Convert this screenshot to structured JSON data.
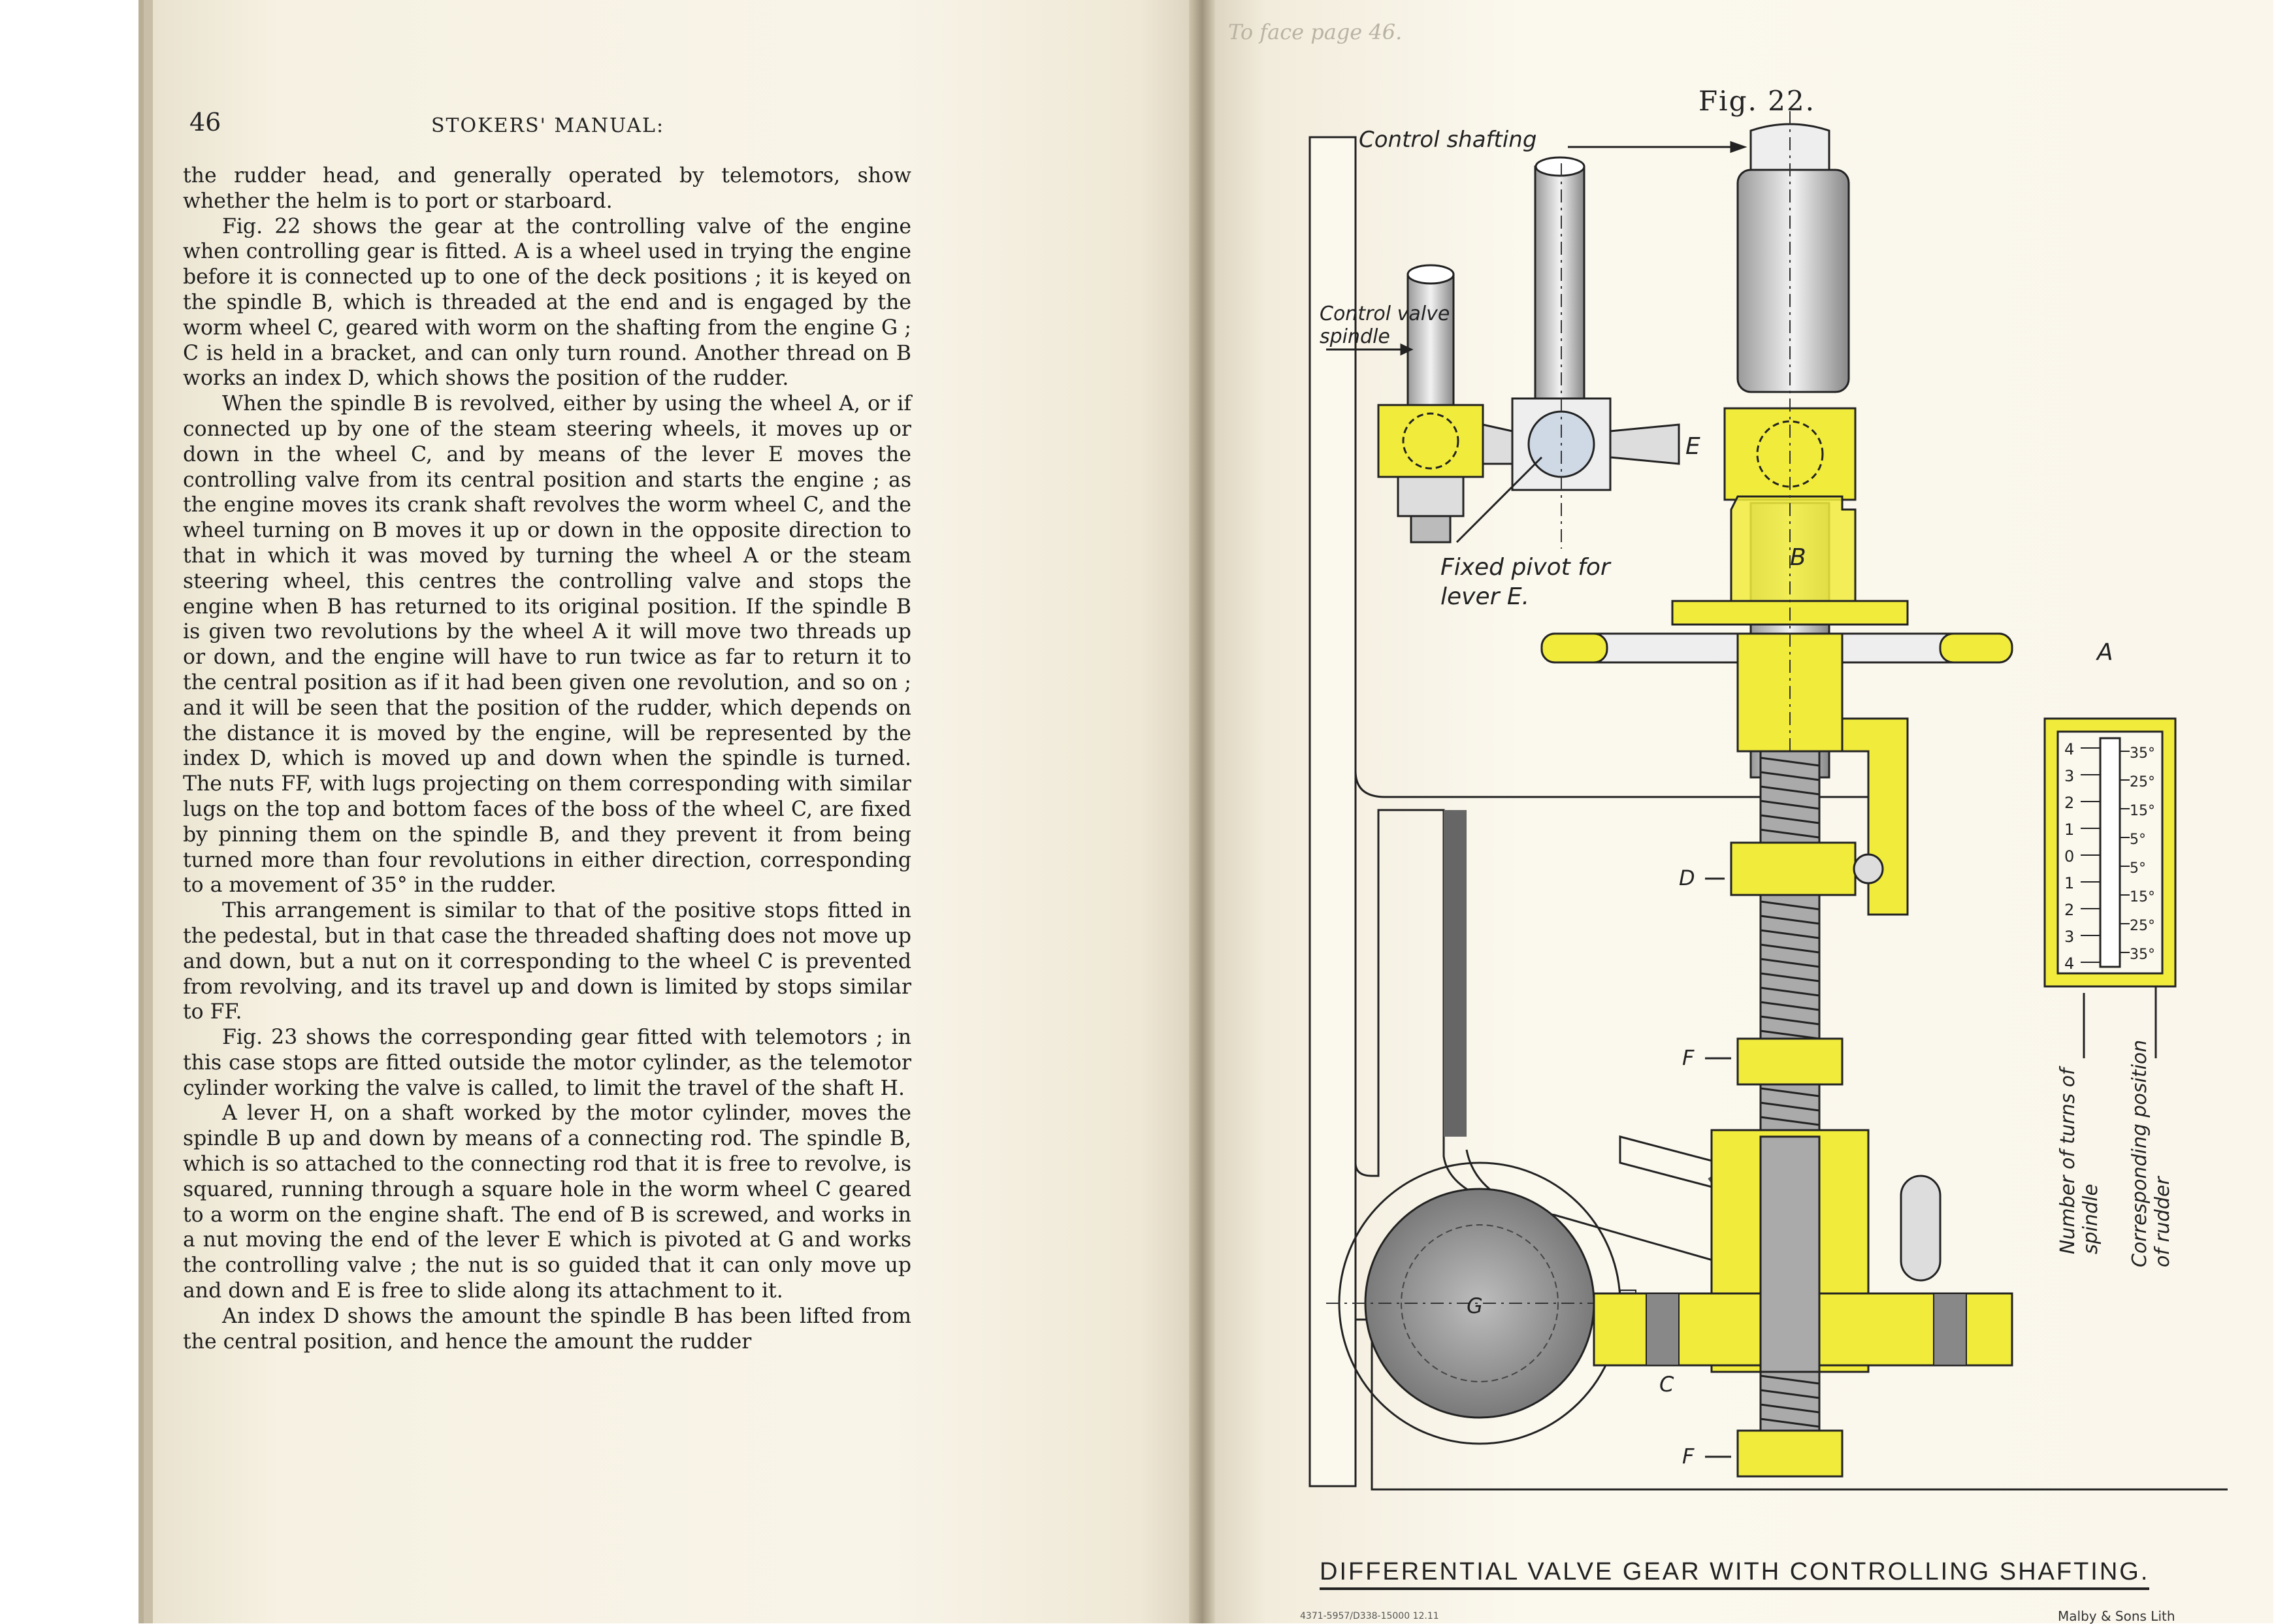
{
  "left_page": {
    "page_number": "46",
    "running_head": "STOKERS' MANUAL:",
    "paragraphs": [
      "the rudder head, and generally operated by telemotors, show whether the helm is to port or starboard.",
      "Fig. 22 shows the gear at the controlling valve of the engine when controlling gear is fitted. A is a wheel used in trying the engine before it is connected up to one of the deck positions ; it is keyed on the spindle B, which is threaded at the end and is engaged by the worm wheel C, geared with worm on the shafting from the engine G ; C is held in a bracket, and can only turn round. Another thread on B works an index D, which shows the position of the rudder.",
      "When the spindle B is revolved, either by using the wheel A, or if connected up by one of the steam steering wheels, it moves up or down in the wheel C, and by means of the lever E moves the controlling valve from its central position and starts the engine ; as the engine moves its crank shaft revolves the worm wheel C, and the wheel turning on B moves it up or down in the opposite direction to that in which it was moved by turning the wheel A or the steam steering wheel, this centres the controlling valve and stops the engine when B has returned to its original position. If the spindle B is given two revolutions by the wheel A it will move two threads up or down, and the engine will have to run twice as far to return it to the central position as if it had been given one revolution, and so on ; and it will be seen that the position of the rudder, which depends on the distance it is moved by the engine, will be represented by the index D, which is moved up and down when the spindle is turned. The nuts FF, with lugs projecting on them corresponding with similar lugs on the top and bottom faces of the boss of the wheel C, are fixed by pinning them on the spindle B, and they prevent it from being turned more than four revolutions in either direction, corresponding to a movement of 35° in the rudder.",
      "This arrangement is similar to that of the positive stops fitted in the pedestal, but in that case the threaded shafting does not move up and down, but a nut on it corresponding to the wheel C is prevented from revolving, and its travel up and down is limited by stops similar to FF.",
      "Fig. 23 shows the corresponding gear fitted with telemotors ; in this case stops are fitted outside the motor cylinder, as the telemotor cylinder working the valve is called, to limit the travel of the shaft H.",
      "A lever H, on a shaft worked by the motor cylinder, moves the spindle B up and down by means of a connecting rod. The spindle B, which is so attached to the connecting rod that it is free to revolve, is squared, running through a square hole in the worm wheel C geared to a worm on the engine shaft. The end of B is screwed, and works in a nut moving the end of the lever E which is pivoted at G and works the controlling valve ; the nut is so guided that it can only move up and down and E is free to slide along its attachment to it.",
      "An index D shows the amount the spindle B has been lifted from the central position, and hence the amount the rudder"
    ]
  },
  "right_page": {
    "handwritten_note": "To face page 46.",
    "figure_label": "Fig. 22.",
    "labels": {
      "control_shafting": "Control shafting",
      "control_valve_spindle_1": "Control valve",
      "control_valve_spindle_2": "spindle",
      "e": "E",
      "fixed_pivot_1": "Fixed pivot for",
      "fixed_pivot_2": "lever E.",
      "b": "B",
      "a": "A",
      "d": "D",
      "f_upper": "F",
      "f_lower": "F",
      "c": "C",
      "g": "G",
      "turns_1": "Number of turns of",
      "turns_2": "spindle",
      "rudder_1": "Corresponding position",
      "rudder_2": "of rudder"
    },
    "scale_turns": [
      "4",
      "3",
      "2",
      "1",
      "0",
      "1",
      "2",
      "3",
      "4"
    ],
    "scale_degrees": [
      "35°",
      "25°",
      "15°",
      "5°",
      "5°",
      "15°",
      "25°",
      "35°"
    ],
    "caption": "DIFFERENTIAL VALVE GEAR WITH CONTROLLING SHAFTING.",
    "imprint_left": "4371-5957/D338-15000 12.11",
    "imprint_right": "Malby & Sons Lith",
    "colors": {
      "highlight": "#f1ec3c",
      "ink": "#222222",
      "paper": "#faf6ec"
    }
  }
}
